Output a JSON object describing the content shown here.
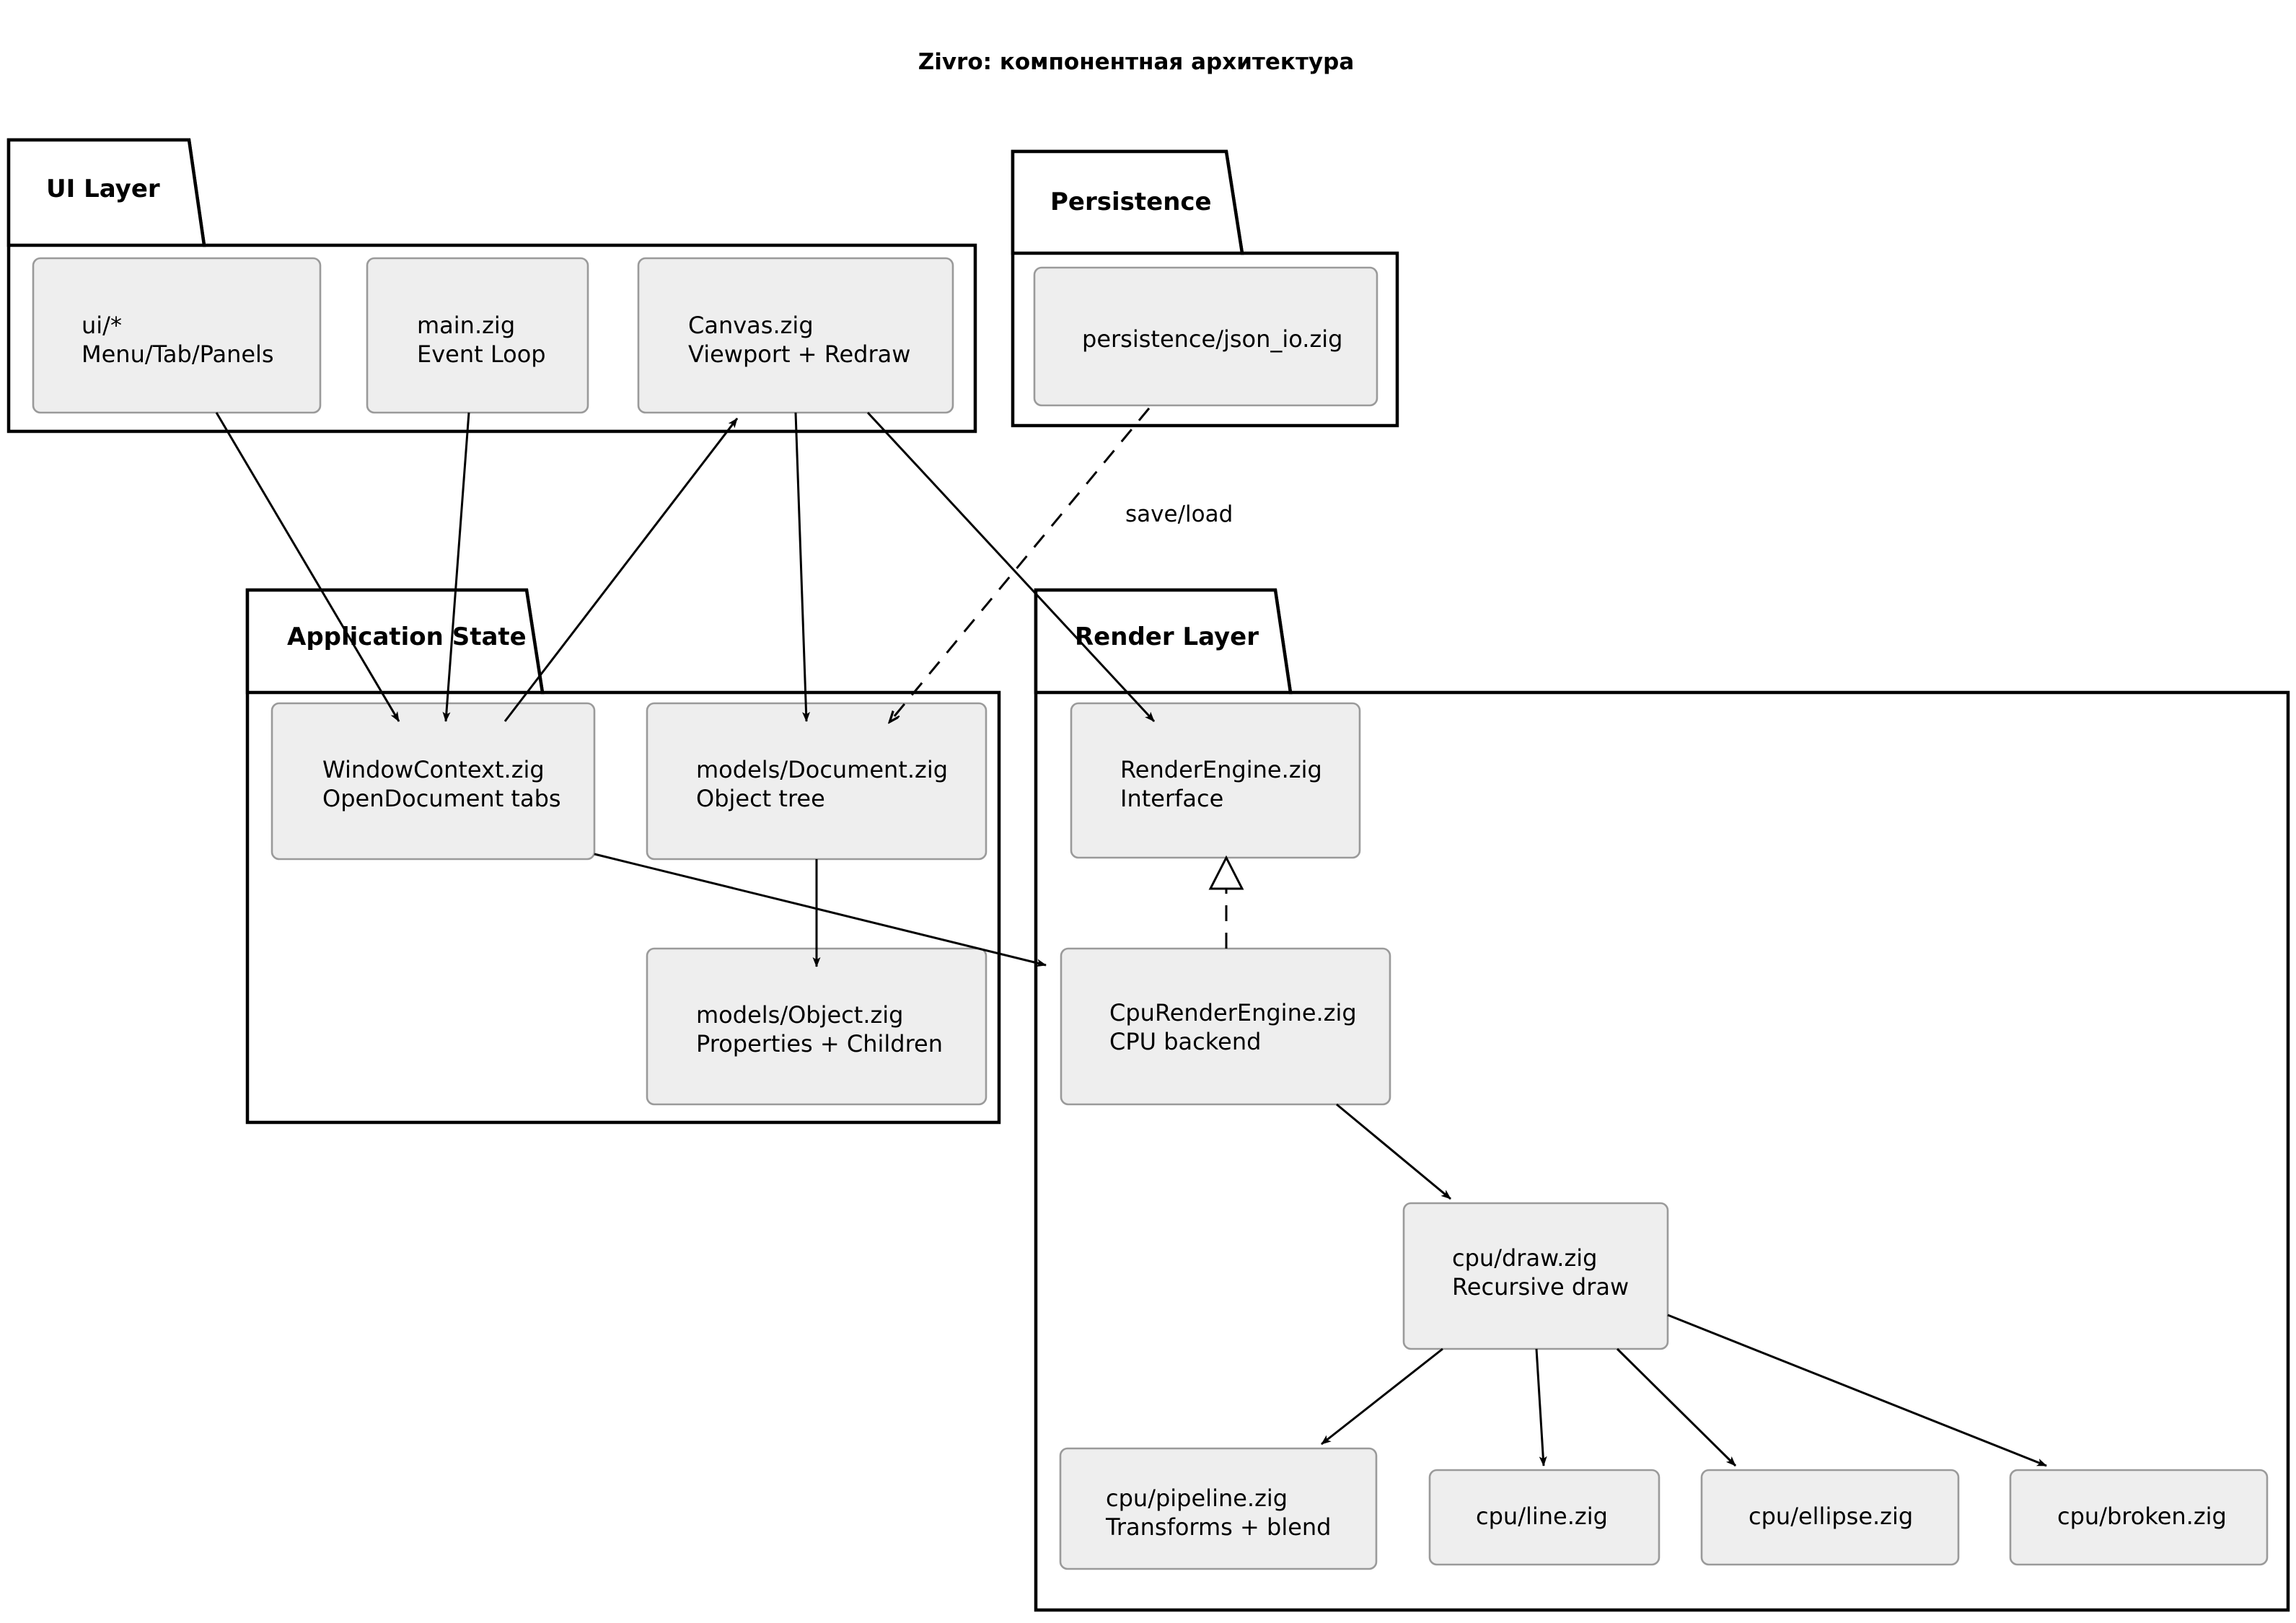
{
  "title": "Zivro: компонентная архитектура",
  "packages": [
    {
      "id": "ui",
      "label": "UI Layer"
    },
    {
      "id": "persistence",
      "label": "Persistence"
    },
    {
      "id": "appstate",
      "label": "Application State"
    },
    {
      "id": "render",
      "label": "Render Layer"
    }
  ],
  "nodes": {
    "ui_star": {
      "line1": "ui/*",
      "line2": "Menu/Tab/Panels"
    },
    "main_zig": {
      "line1": "main.zig",
      "line2": "Event Loop"
    },
    "canvas_zig": {
      "line1": "Canvas.zig",
      "line2": "Viewport + Redraw"
    },
    "json_io": {
      "line1": "persistence/json_io.zig",
      "line2": ""
    },
    "window_context": {
      "line1": "WindowContext.zig",
      "line2": "OpenDocument tabs"
    },
    "document": {
      "line1": "models/Document.zig",
      "line2": "Object tree"
    },
    "object": {
      "line1": "models/Object.zig",
      "line2": "Properties + Children"
    },
    "render_engine": {
      "line1": "RenderEngine.zig",
      "line2": "Interface"
    },
    "cpu_engine": {
      "line1": "CpuRenderEngine.zig",
      "line2": "CPU backend"
    },
    "cpu_draw": {
      "line1": "cpu/draw.zig",
      "line2": "Recursive draw"
    },
    "cpu_pipeline": {
      "line1": "cpu/pipeline.zig",
      "line2": "Transforms + blend"
    },
    "cpu_line": {
      "line1": "cpu/line.zig",
      "line2": ""
    },
    "cpu_ellipse": {
      "line1": "cpu/ellipse.zig",
      "line2": ""
    },
    "cpu_broken": {
      "line1": "cpu/broken.zig",
      "line2": ""
    }
  },
  "edges": {
    "save_load": {
      "label": "save/load"
    }
  },
  "colors": {
    "node_fill": "#eeeeee",
    "node_stroke": "#9a9a9a",
    "package_stroke": "#000000",
    "background": "#ffffff",
    "text": "#000000"
  }
}
